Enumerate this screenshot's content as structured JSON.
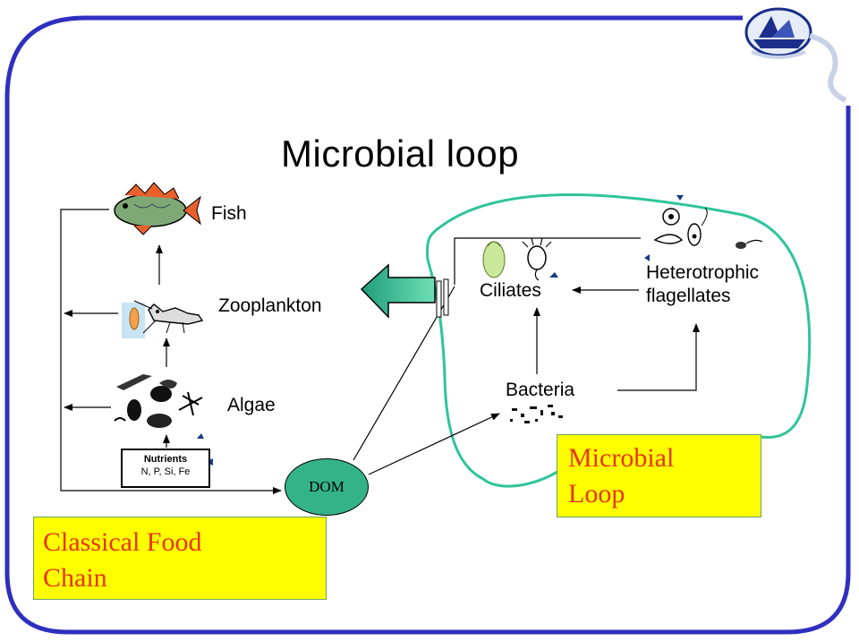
{
  "title": "Microbial loop",
  "labels": {
    "fish": "Fish",
    "zooplankton": "Zooplankton",
    "algae": "Algae",
    "ciliates": "Ciliates",
    "heterotrophic_line1": "Heterotrophic",
    "heterotrophic_line2": "flagellates",
    "bacteria": "Bacteria",
    "dom": "DOM"
  },
  "nutrients": {
    "heading": "Nutrients",
    "elements": "N, P, Si, Fe"
  },
  "boxes": {
    "classical_line1": "Classical Food",
    "classical_line2": "Chain",
    "microbial_line1": "Microbial",
    "microbial_line2": "Loop"
  },
  "colors": {
    "frame": "#2f2fbf",
    "loop_outline": "#2fc49a",
    "dom_fill": "#34b389",
    "highlight_box": "#ffff00",
    "box_text": "#e8340b"
  }
}
